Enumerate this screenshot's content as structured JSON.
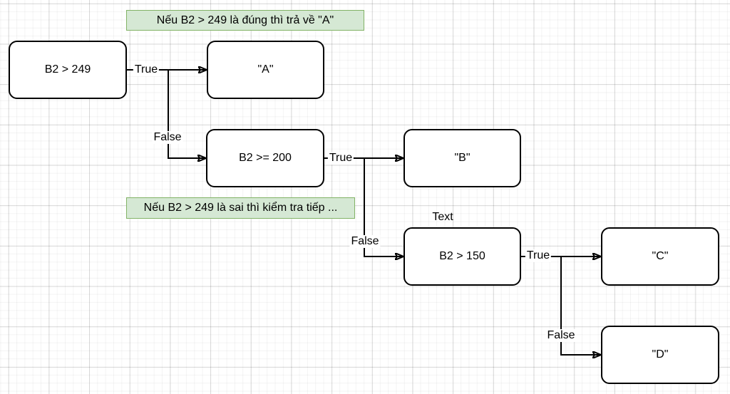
{
  "notes": {
    "true_note": "Nếu B2 > 249 là đúng thì trả về \"A\"",
    "false_note": "Nếu B2 > 249 là sai thì kiểm tra tiếp ..."
  },
  "nodes": {
    "cond1": {
      "label": "B2 > 249"
    },
    "result_a": {
      "label": "\"A\""
    },
    "cond2": {
      "label": "B2 >= 200"
    },
    "result_b": {
      "label": "\"B\""
    },
    "cond3": {
      "label": "B2 > 150",
      "title": "Text"
    },
    "result_c": {
      "label": "\"C\""
    },
    "result_d": {
      "label": "\"D\""
    }
  },
  "edges": {
    "cond1_true": "True",
    "cond1_false": "False",
    "cond2_true": "True",
    "cond2_false": "False",
    "cond3_true": "True",
    "cond3_false": "False"
  },
  "colors": {
    "note_fill": "#d5e8d4",
    "note_border": "#82b366",
    "node_fill": "#ffffff",
    "node_border": "#000000",
    "edge": "#000000",
    "background": "#ffffff"
  }
}
